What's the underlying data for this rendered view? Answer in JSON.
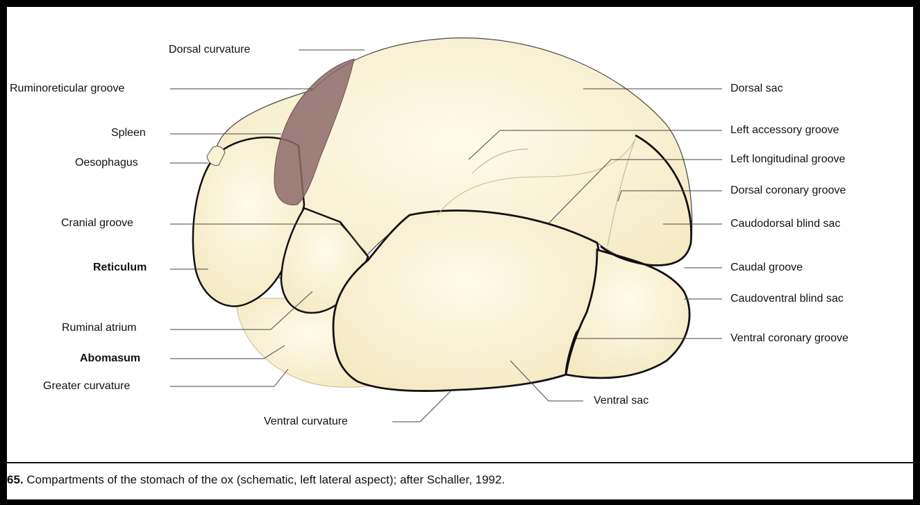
{
  "labels": {
    "dorsal_curvature": "Dorsal curvature",
    "ruminoreticular_groove": "Ruminoreticular groove",
    "spleen": "Spleen",
    "oesophagus": "Oesophagus",
    "cranial_groove": "Cranial groove",
    "reticulum": "Reticulum",
    "ruminal_atrium": "Ruminal atrium",
    "abomasum": "Abomasum",
    "greater_curvature": "Greater curvature",
    "ventral_curvature": "Ventral curvature",
    "ventral_sac": "Ventral sac",
    "dorsal_sac": "Dorsal sac",
    "left_accessory_groove": "Left accessory groove",
    "left_longitudinal_groove": "Left longitudinal groove",
    "dorsal_coronary_groove": "Dorsal coronary groove",
    "caudodorsal_blind_sac": "Caudodorsal blind sac",
    "caudal_groove": "Caudal groove",
    "caudoventral_blind_sac": "Caudoventral blind sac",
    "ventral_coronary_groove": "Ventral coronary groove"
  },
  "caption": {
    "number": "65.",
    "text": " Compartments of the stomach of the ox (schematic, left lateral aspect); after Schaller, 1992."
  },
  "colors": {
    "organ_fill": "#fbf3d6",
    "spleen_fill": "#8e6a6a",
    "outline": "#111111",
    "leader": "#444444"
  }
}
